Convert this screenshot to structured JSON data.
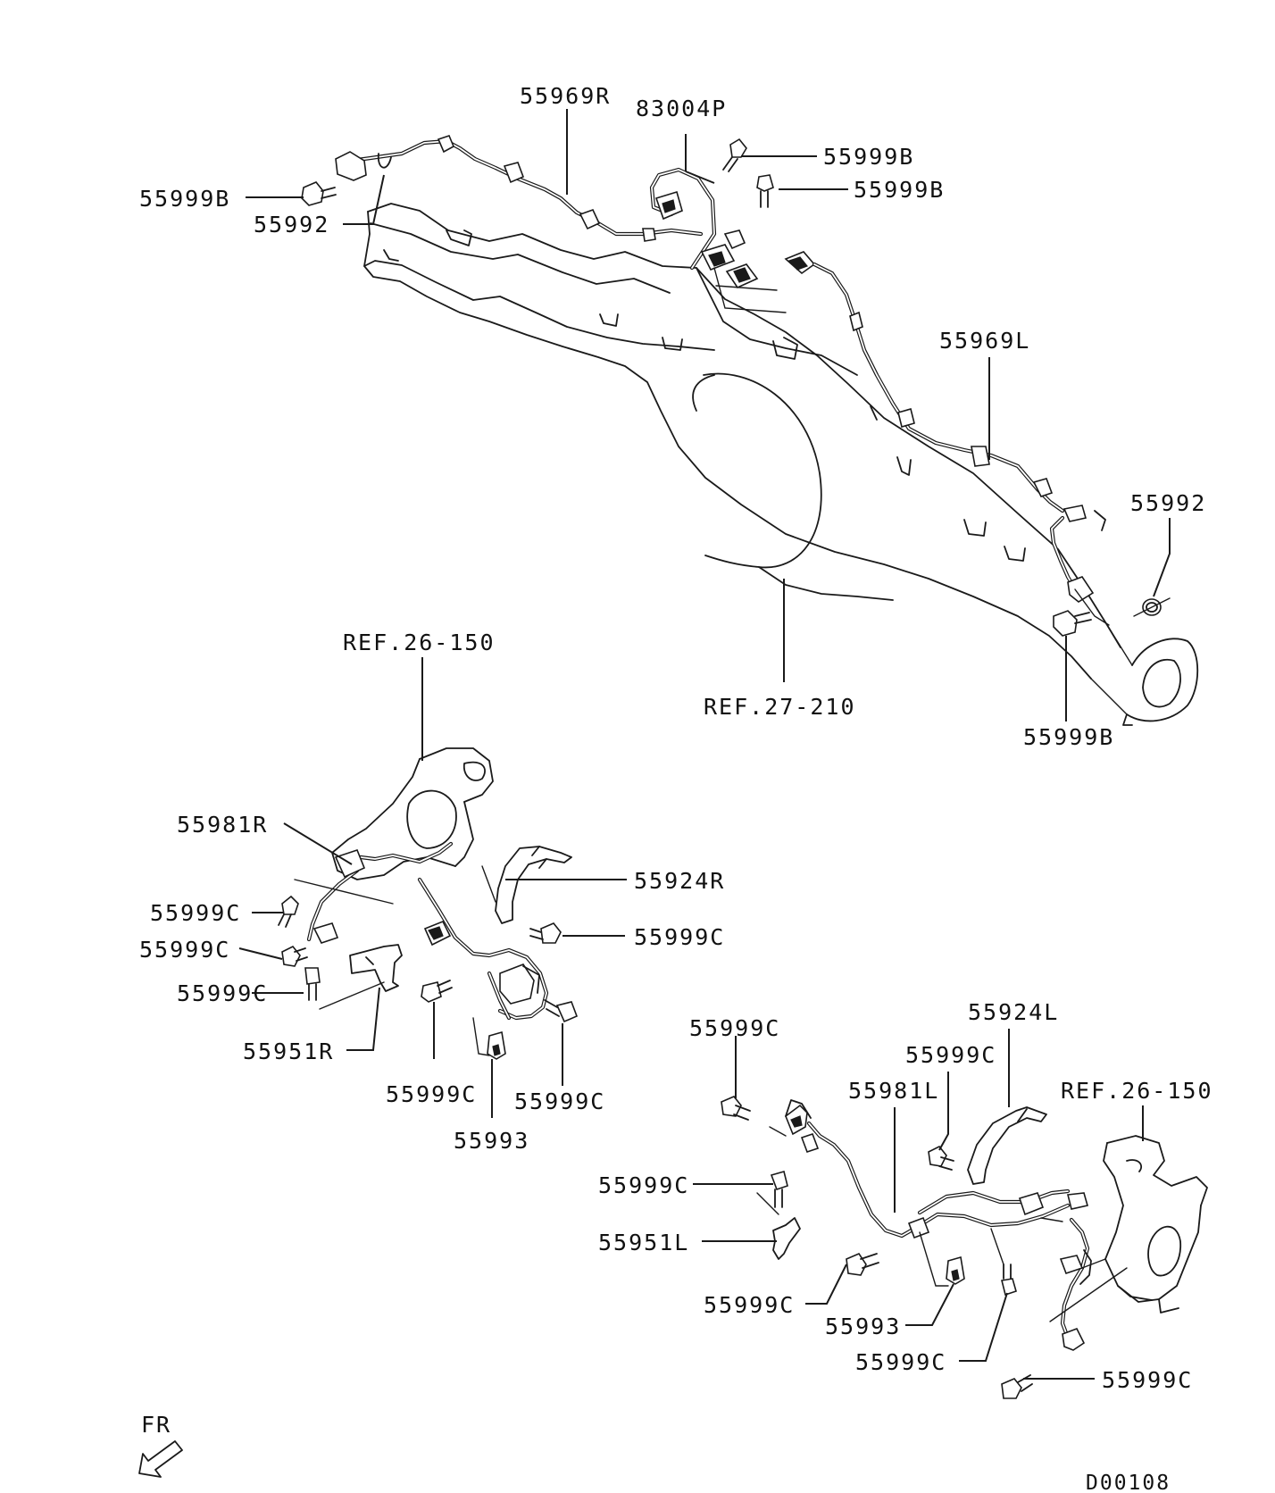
{
  "labels": {
    "l_55969R": "55969R",
    "l_83004P": "83004P",
    "l_55999B_top1": "55999B",
    "l_55999B_top2": "55999B",
    "l_55999B_left": "55999B",
    "l_55992_left": "55992",
    "l_55969L": "55969L",
    "l_55992_right": "55992",
    "l_55999B_right": "55999B",
    "l_ref27": "REF.27-210",
    "l_ref26_left": "REF.26-150",
    "l_55981R": "55981R",
    "l_55924R": "55924R",
    "l_55999C_1": "55999C",
    "l_55999C_2": "55999C",
    "l_55999C_3": "55999C",
    "l_55999C_4": "55999C",
    "l_55951R": "55951R",
    "l_55999C_5": "55999C",
    "l_55999C_6": "55999C",
    "l_55993_left": "55993",
    "l_55999C_7": "55999C",
    "l_55924L": "55924L",
    "l_55999C_8": "55999C",
    "l_55981L": "55981L",
    "l_ref26_right": "REF.26-150",
    "l_55999C_9": "55999C",
    "l_55951L": "55951L",
    "l_55999C_10": "55999C",
    "l_55993_right": "55993",
    "l_55999C_11": "55999C",
    "l_55999C_12": "55999C",
    "l_fr": "FR",
    "l_code": "D00108"
  },
  "colors": {
    "ink": "#1a1a1a",
    "background": "#ffffff"
  }
}
